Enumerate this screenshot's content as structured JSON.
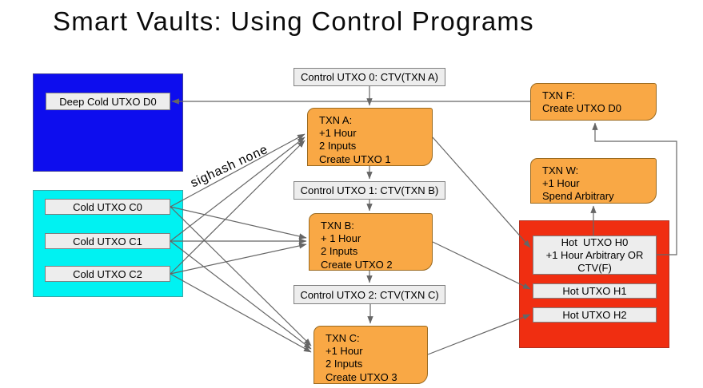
{
  "title": "Smart Vaults: Using Control Programs",
  "annotation": "sighash none",
  "colors": {
    "deep_cold_group": "#0d0dee",
    "cold_group": "#00f2f2",
    "hot_group": "#f02e11",
    "txn_fill": "#f9a845",
    "label_fill": "#ededed",
    "line": "#666666"
  },
  "deep_cold_group": {
    "label": "Deep Cold UTXO D0"
  },
  "cold_group": {
    "items": [
      {
        "label": "Cold UTXO C0"
      },
      {
        "label": "Cold UTXO C1"
      },
      {
        "label": "Cold UTXO C2"
      }
    ]
  },
  "chain": [
    {
      "control": "Control UTXO 0: CTV(TXN A)",
      "txn": [
        "TXN A:",
        "+1 Hour",
        "2 Inputs",
        "Create UTXO 1"
      ]
    },
    {
      "control": "Control UTXO 1: CTV(TXN B)",
      "txn": [
        "TXN B:",
        "+ 1 Hour",
        "2 Inputs",
        "Create UTXO 2"
      ]
    },
    {
      "control": "Control UTXO 2: CTV(TXN C)",
      "txn": [
        "TXN C:",
        "+1 Hour",
        "2 Inputs",
        "Create UTXO 3"
      ]
    }
  ],
  "right": {
    "txn_f": [
      "TXN F:",
      "Create UTXO D0"
    ],
    "txn_w": [
      "TXN W:",
      "+1 Hour",
      "Spend Arbitrary"
    ],
    "hot_group": {
      "h0": [
        "Hot  UTXO H0",
        "+1 Hour Arbitrary OR",
        "CTV(F)"
      ],
      "h1": "Hot UTXO H1",
      "h2": "Hot UTXO H2"
    }
  }
}
